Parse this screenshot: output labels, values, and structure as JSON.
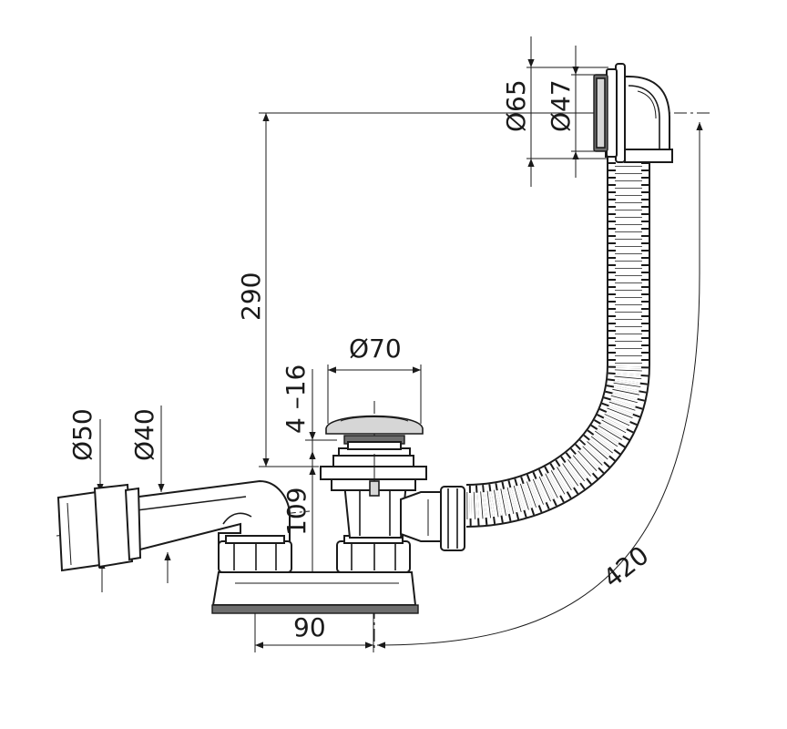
{
  "dimensions": {
    "d65": "Ø65",
    "d47": "Ø47",
    "h290": "290",
    "d70": "Ø70",
    "h4_16": "4 –16",
    "h109": "109",
    "d50": "Ø50",
    "d40": "Ø40",
    "w90": "90",
    "l420": "420"
  },
  "colors": {
    "line": "#1a1a1a",
    "shade": "#d6d6d6",
    "dark_gray": "#6e6e6e",
    "background": "#ffffff"
  }
}
